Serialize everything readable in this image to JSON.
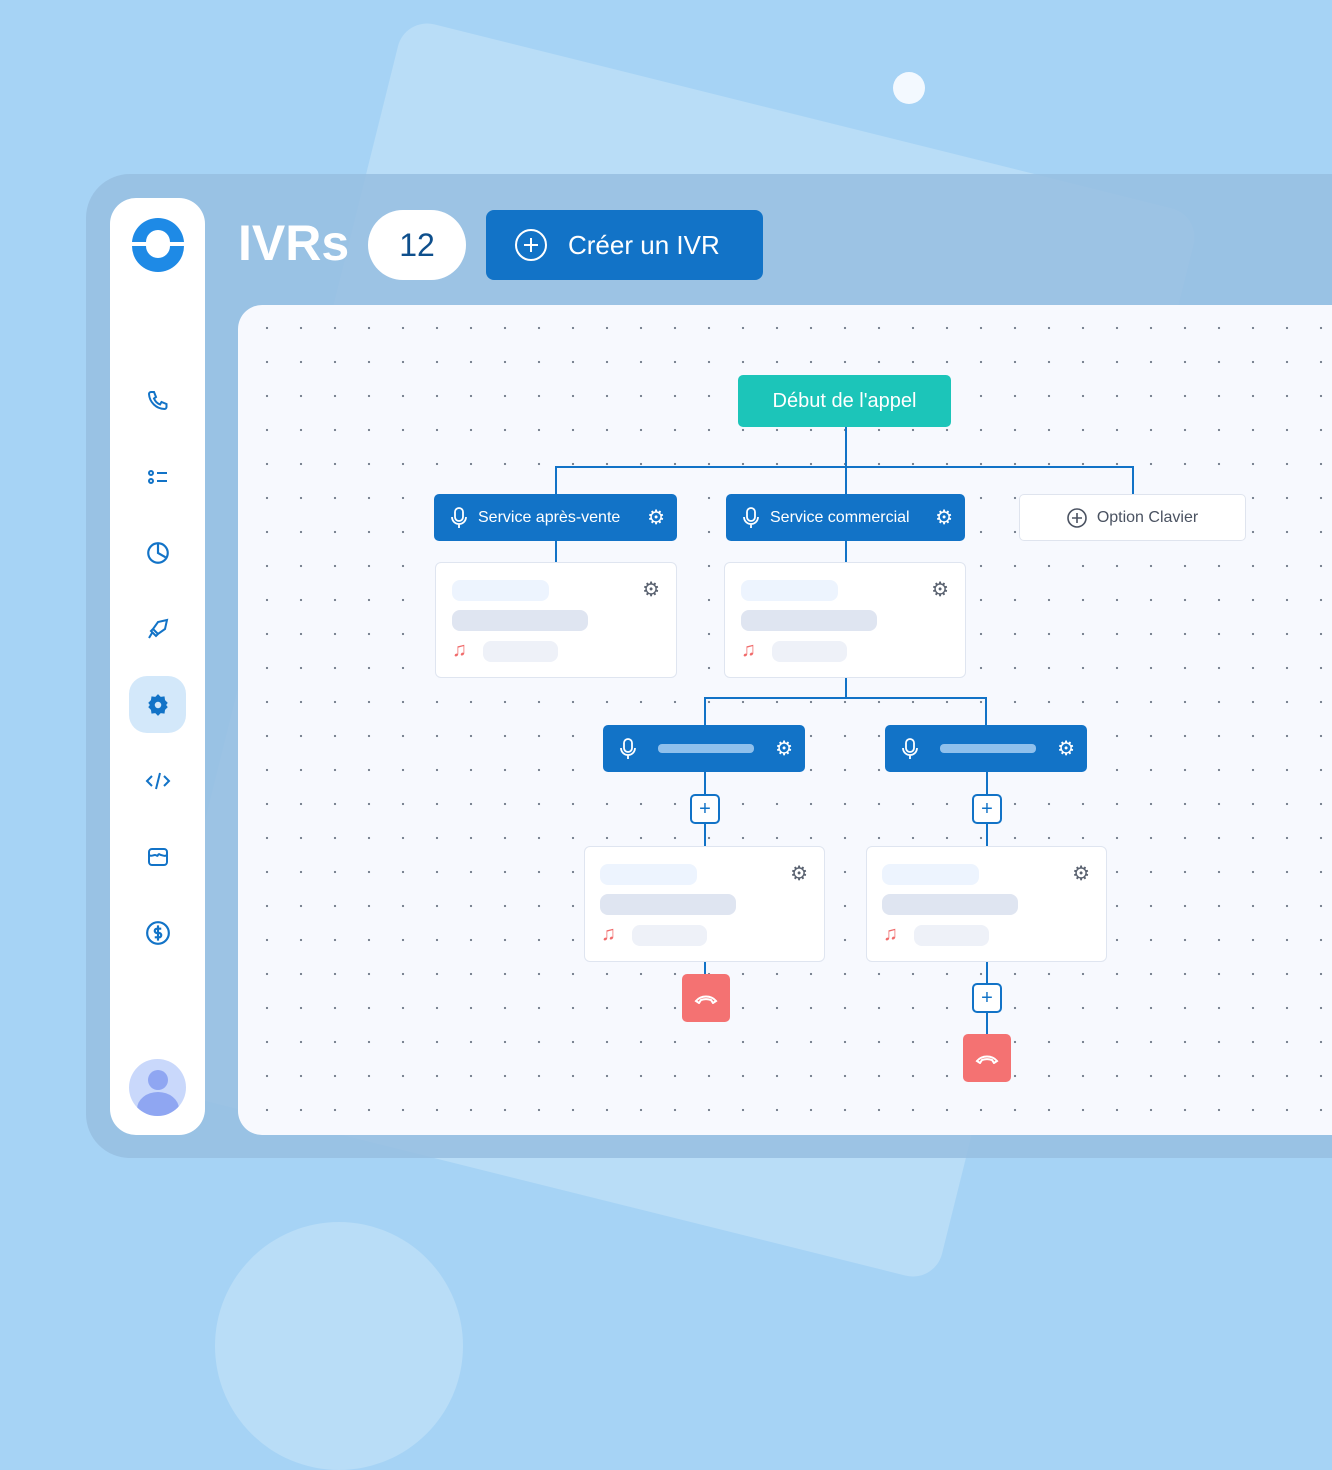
{
  "header": {
    "title": "IVRs",
    "count": "12",
    "create_label": "Créer un IVR"
  },
  "sidebar": {
    "items": [
      {
        "icon": "phone-icon"
      },
      {
        "icon": "list-icon"
      },
      {
        "icon": "clock-icon"
      },
      {
        "icon": "rocket-icon"
      },
      {
        "icon": "gear-icon",
        "active": true
      },
      {
        "icon": "code-icon"
      },
      {
        "icon": "store-icon"
      },
      {
        "icon": "dollar-icon"
      }
    ]
  },
  "flow": {
    "start_label": "Début de l'appel",
    "nodes": [
      {
        "label": "Service après-vente"
      },
      {
        "label": "Service commercial"
      }
    ],
    "option_label": "Option Clavier"
  },
  "colors": {
    "primary": "#1273c7",
    "start": "#1cc5b9",
    "hangup": "#f47272",
    "background": "#a6d3f5"
  }
}
